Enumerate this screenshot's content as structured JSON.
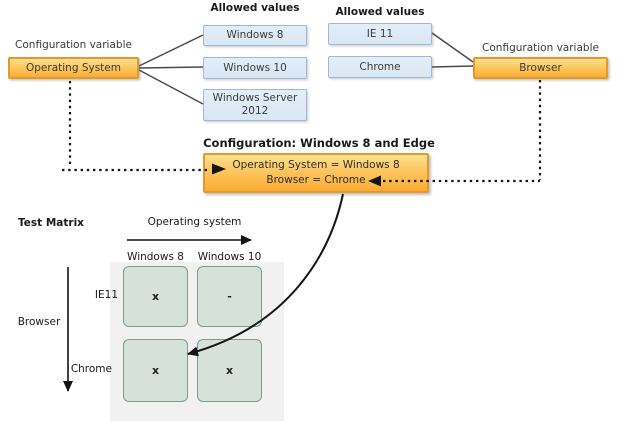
{
  "left_variable": {
    "label": "Configuration variable",
    "name": "Operating System",
    "allowed_values_title": "Allowed values",
    "values": [
      "Windows 8",
      "Windows 10",
      "Windows Server 2012"
    ]
  },
  "right_variable": {
    "label": "Configuration variable",
    "name": "Browser",
    "allowed_values_title": "Allowed values",
    "values": [
      "IE 11",
      "Chrome"
    ]
  },
  "configuration": {
    "title": "Configuration: Windows 8 and Edge",
    "assignments": [
      "Operating System = Windows 8",
      "Browser = Chrome"
    ]
  },
  "test_matrix": {
    "title": "Test Matrix",
    "x_axis_label": "Operating system",
    "y_axis_label": "Browser",
    "columns": [
      "Windows 8",
      "Windows 10"
    ],
    "rows": [
      "IE11",
      "Chrome"
    ],
    "cells": [
      [
        "x",
        "-"
      ],
      [
        "x",
        "x"
      ]
    ]
  },
  "colors": {
    "variable_box_fill_top": "#fddf8e",
    "variable_box_fill_bottom": "#fbad34",
    "variable_box_border": "#e09a2d",
    "value_box_fill": "#dce9f5",
    "value_box_border": "#9db9d6",
    "matrix_cell_fill": "#d6e2d9",
    "matrix_cell_border": "#7d9d87",
    "matrix_panel_bg": "#f1f1f1",
    "connector_line": "#4a4a4a",
    "arrow_black": "#141414"
  }
}
